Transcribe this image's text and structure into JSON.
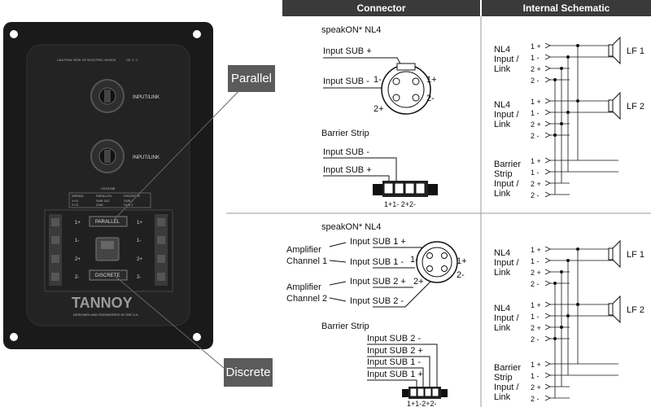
{
  "header": {
    "connector": "Connector",
    "schematic": "Internal Schematic"
  },
  "callouts": {
    "parallel": "Parallel",
    "discrete": "Discrete"
  },
  "panel": {
    "input_link": "INPUT/LINK",
    "model": "VSX215B",
    "brand": "TANNOY",
    "brand_sub": "DESIGNED AND ENGINEERED IN THE U.K.",
    "warning": "CAUTION: RISK OF ELECTRIC SHOCK",
    "table_head": [
      "WIRING",
      "PARALLEL",
      "DISCRETE"
    ],
    "table_row1": [
      "1+/1-",
      "SUB 1&2",
      "SUB 1"
    ],
    "table_row2": [
      "2+/2-",
      "LINK",
      "SUB 2"
    ],
    "parallel_btn": "PARALLEL",
    "discrete_btn": "DISCRETE",
    "pins": [
      "1+",
      "1-",
      "2+",
      "2-"
    ]
  },
  "top": {
    "speakon": "speakON* NL4",
    "input_sub_plus": "Input SUB +",
    "input_sub_minus": "Input SUB -",
    "pin_1minus": "1-",
    "pin_1plus": "1+",
    "pin_2minus": "2-",
    "pin_2plus": "2+",
    "barrier": "Barrier Strip",
    "barrier_minus": "Input SUB -",
    "barrier_plus": "Input SUB +",
    "strip_pins": "1+1-  2+2-"
  },
  "bottom": {
    "speakon": "speakON* NL4",
    "amp1a": "Amplifier",
    "amp1b": "Channel 1",
    "amp2a": "Amplifier",
    "amp2b": "Channel 2",
    "in_s1p": "Input SUB 1 +",
    "in_s1m": "Input SUB 1 -",
    "in_s2p": "Input SUB 2 +",
    "in_s2m": "Input SUB 2 -",
    "pin_1minus": "1-",
    "pin_1plus": "1+",
    "pin_2minus": "2-",
    "pin_2plus": "2+",
    "barrier": "Barrier Strip",
    "b_s2m": "Input SUB 2 -",
    "b_s2p": "Input SUB 2 +",
    "b_s1m": "Input SUB 1 -",
    "b_s1p": "Input SUB 1 +",
    "strip_pins": "1+1-2+2-"
  },
  "schematic": {
    "nl4_a": "NL4",
    "input_a": "Input /",
    "link_a": "Link",
    "barrier_a": "Barrier",
    "strip_a": "Strip",
    "pins": [
      "1 +",
      "1 -",
      "2 +",
      "2 -"
    ],
    "lf1": "LF 1",
    "lf2": "LF 2"
  }
}
